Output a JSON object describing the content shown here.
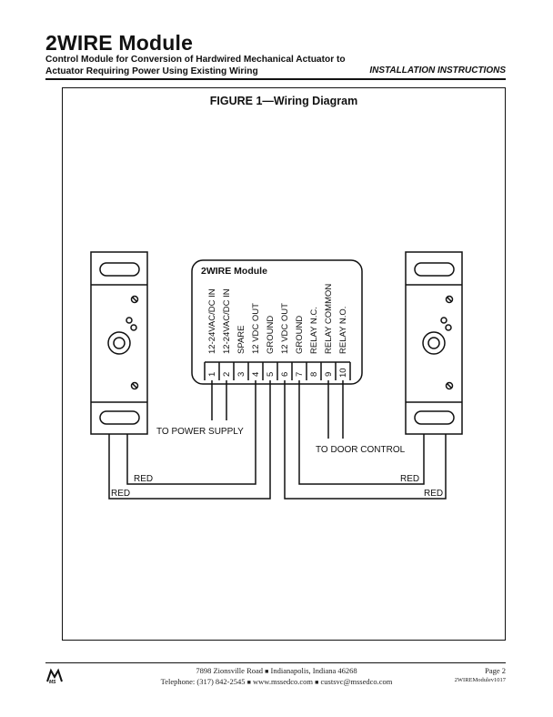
{
  "header": {
    "title": "2WIRE Module",
    "subtitle_line1": "Control Module for Conversion of Hardwired Mechanical Actuator to",
    "subtitle_line2": "Actuator Requiring Power Using Existing Wiring",
    "doc_type": "INSTALLATION INSTRUCTIONS"
  },
  "figure": {
    "title": "FIGURE 1—Wiring Diagram",
    "module_label": "2WIRE Module",
    "terminals": [
      {
        "num": "1",
        "label": "12-24VAC/DC IN"
      },
      {
        "num": "2",
        "label": "12-24VAC/DC IN"
      },
      {
        "num": "3",
        "label": "SPARE"
      },
      {
        "num": "4",
        "label": "12 VDC OUT"
      },
      {
        "num": "5",
        "label": "GROUND"
      },
      {
        "num": "6",
        "label": "12 VDC OUT"
      },
      {
        "num": "7",
        "label": "GROUND"
      },
      {
        "num": "8",
        "label": "RELAY N.C."
      },
      {
        "num": "9",
        "label": "RELAY COMMON"
      },
      {
        "num": "10",
        "label": "RELAY N.O."
      }
    ],
    "power_label": "TO POWER SUPPLY",
    "door_label": "TO DOOR CONTROL",
    "wire_labels": {
      "left_inner": "RED",
      "left_outer": "RED",
      "right_inner": "RED",
      "right_outer": "RED"
    }
  },
  "footer": {
    "address_street": "7898 Zionsville Road",
    "address_city": "Indianapolis, Indiana 46268",
    "phone": "Telephone: (317) 842-2545",
    "website": "www.mssedco.com",
    "email": "custsvc@mssedco.com",
    "page": "Page 2",
    "revision": "2WIREModulev1017",
    "logo_text": "MS"
  }
}
